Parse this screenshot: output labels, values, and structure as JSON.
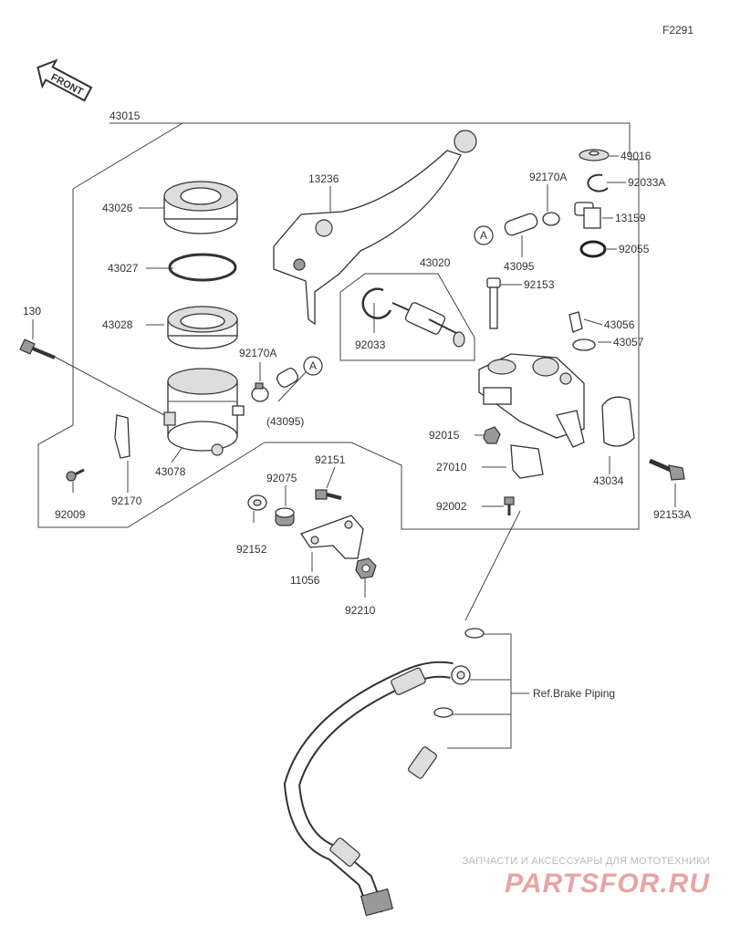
{
  "figure_code": "F2291",
  "front_label": "FRONT",
  "ref_note": "Ref.Brake Piping",
  "watermark": {
    "line1": "ЗАПЧАСТИ И АКСЕССУАРЫ ДЛЯ МОТОТЕХНИКИ",
    "line2": "PARTSFOR.RU"
  },
  "callouts": {
    "a1": "A",
    "a2": "A"
  },
  "parts": {
    "p43015": "43015",
    "p43026": "43026",
    "p43027": "43027",
    "p43028": "43028",
    "p130": "130",
    "p43078": "43078",
    "p92009": "92009",
    "p92170": "92170",
    "p92170A_left": "92170A",
    "p43095_paren": "(43095)",
    "p92152": "92152",
    "p92075": "92075",
    "p92151": "92151",
    "p11056": "11056",
    "p92210": "92210",
    "p13236": "13236",
    "p43020": "43020",
    "p92033": "92033",
    "p92170A_right": "92170A",
    "p43095": "43095",
    "p49016": "49016",
    "p92033A": "92033A",
    "p13159": "13159",
    "p92055": "92055",
    "p92153": "92153",
    "p43056": "43056",
    "p43057": "43057",
    "p92015": "92015",
    "p27010": "27010",
    "p92002": "92002",
    "p43034": "43034",
    "p92153A": "92153A"
  }
}
